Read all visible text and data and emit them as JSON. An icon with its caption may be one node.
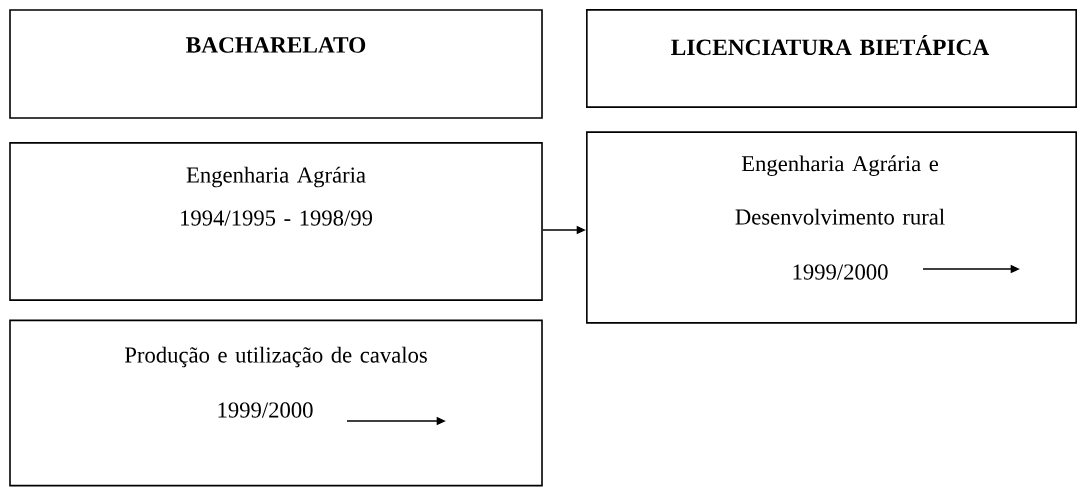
{
  "diagram": {
    "nodes": [
      {
        "text": [
          "BACHARELATO"
        ]
      },
      {
        "text": [
          "LICENCIATURA BIETÁPICA"
        ]
      },
      {
        "text": [
          "Engenharia Agrária",
          "1994/1995 - 1998/99"
        ]
      },
      {
        "text": [
          "Engenharia Agrária e Desenvolvimento rural",
          "1999/2000"
        ]
      },
      {
        "text": [
          "Produção e utilização de cavalos",
          "1999/2000"
        ]
      }
    ],
    "edges": [
      {
        "from": 2,
        "to": 3,
        "arrow": "to"
      },
      {
        "from": 3,
        "to": null,
        "arrow": "to"
      },
      {
        "from": 4,
        "to": null,
        "arrow": "to"
      }
    ]
  }
}
